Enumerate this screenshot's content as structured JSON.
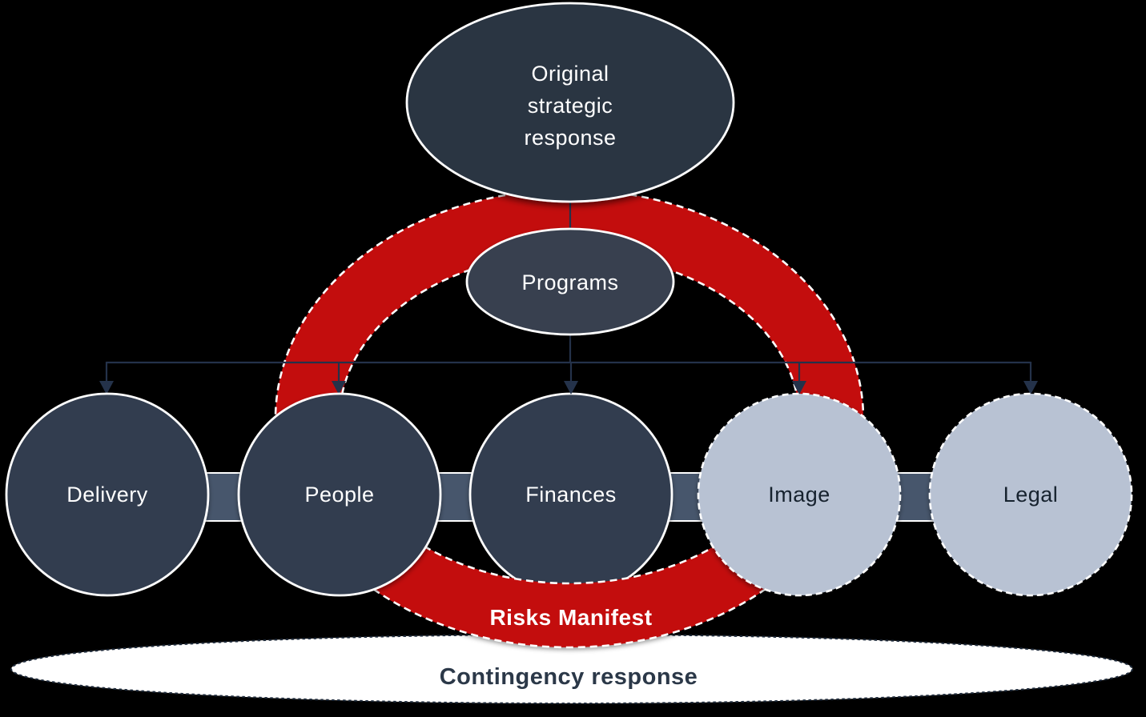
{
  "title": "Risk response diagram",
  "colors": {
    "background": "#000000",
    "node_top_fill": "#2a3443",
    "node_programs_fill": "#37404f",
    "node_dark_fill": "#323d4f",
    "node_light_fill": "#b8c2d3",
    "connector_bar_fill": "#47566c",
    "tree_line": "#24324a",
    "ring_red": "#c30b10",
    "bottom_ellipse_fill": "#ffffff",
    "label_light": "#ffffff",
    "label_dark": "#18222f",
    "bottom_label": "#2b3848"
  },
  "top_node": {
    "label": "Original strategic response",
    "lines": [
      "Original",
      "strategic",
      "response"
    ]
  },
  "programs_node": {
    "label": "Programs"
  },
  "risk_nodes": [
    {
      "label": "Delivery",
      "style": "dark"
    },
    {
      "label": "People",
      "style": "dark"
    },
    {
      "label": "Finances",
      "style": "dark"
    },
    {
      "label": "Image",
      "style": "light"
    },
    {
      "label": "Legal",
      "style": "light"
    }
  ],
  "ring": {
    "label": "Risks Manifest"
  },
  "bottom_node": {
    "label": "Contingency response"
  }
}
